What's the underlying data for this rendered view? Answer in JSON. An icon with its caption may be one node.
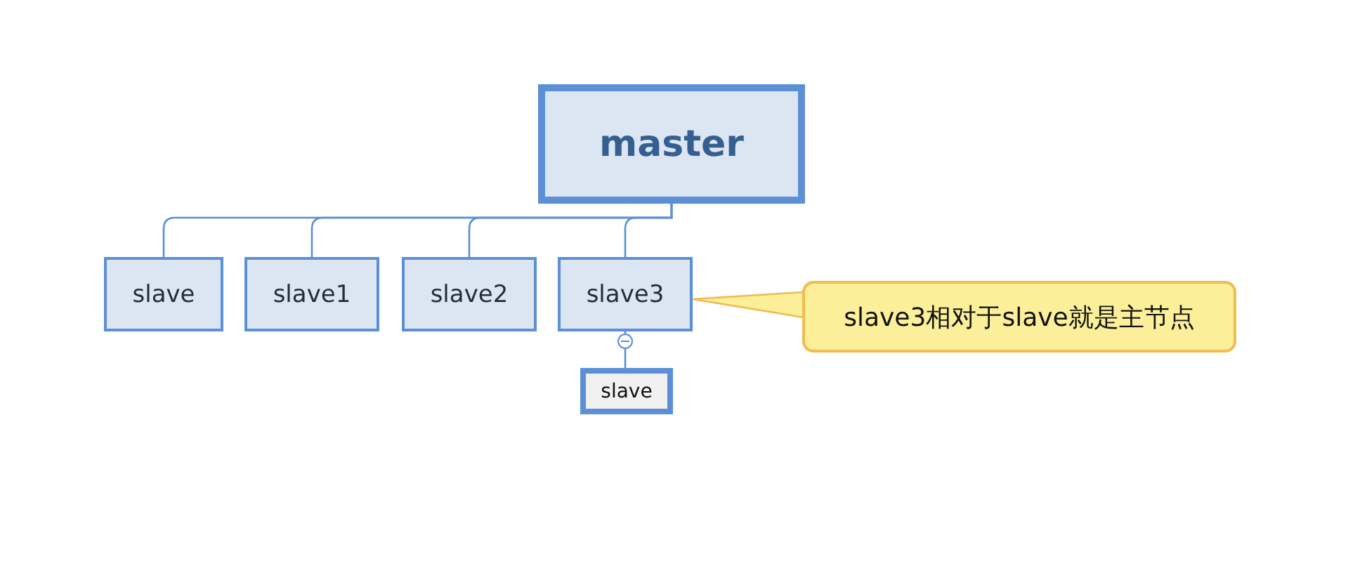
{
  "diagram": {
    "nodes": [
      {
        "text": [
          "master"
        ]
      },
      {
        "text": [
          "slave"
        ]
      },
      {
        "text": [
          "slave1"
        ]
      },
      {
        "text": [
          "slave2"
        ]
      },
      {
        "text": [
          "slave3"
        ]
      },
      {
        "text": [
          "slave"
        ]
      },
      {
        "text": [
          "slave3相对于slave就是主节点"
        ]
      }
    ],
    "edges": [
      {
        "from": 0,
        "to": 1,
        "arrow": "none"
      },
      {
        "from": 0,
        "to": 2,
        "arrow": "none"
      },
      {
        "from": 0,
        "to": 3,
        "arrow": "none"
      },
      {
        "from": 0,
        "to": 4,
        "arrow": "none"
      },
      {
        "from": 4,
        "to": 5,
        "arrow": "other"
      },
      {
        "from": 6,
        "to": 4,
        "arrow": "none"
      }
    ]
  }
}
